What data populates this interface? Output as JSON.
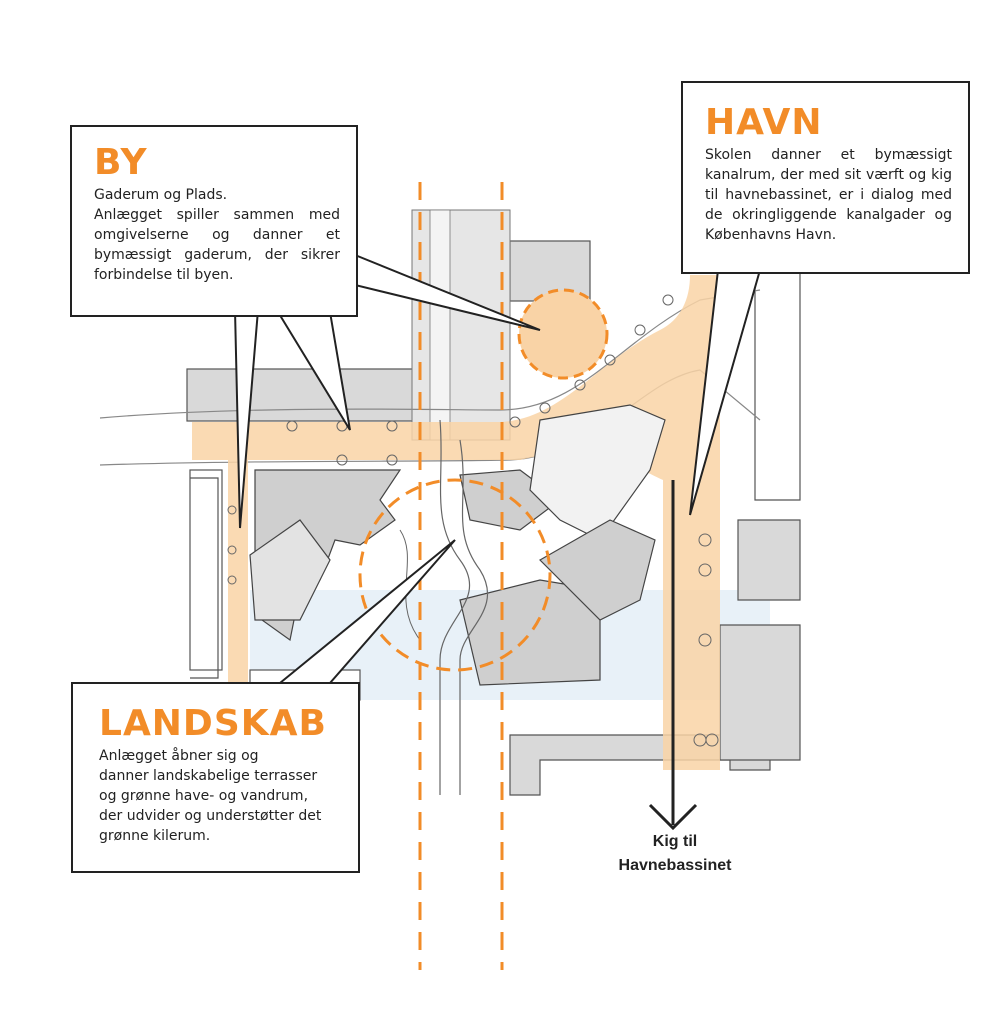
{
  "colors": {
    "accent": "#f28c28",
    "zone_fill": "#f9d3a6",
    "building": "#d9d9d9",
    "water": "#e8f1f8",
    "line": "#444444"
  },
  "callouts": {
    "by": {
      "title": "BY",
      "text": "Gaderum og Plads.\nAnlægget spiller sammen med omgivelserne og danner et bymæssigt gaderum, der sikrer forbindelse til byen."
    },
    "havn": {
      "title": "HAVN",
      "text": "Skolen danner et bymæssigt kanalrum, der med sit værft og kig til havnebassinet, er i dialog med de okringliggende kanalgader og Københavns Havn."
    },
    "landskab": {
      "title": "LANDSKAB",
      "text": "Anlægget åbner sig og\ndanner landskabelige terrasser\nog grønne have- og vandrum,\nder udvider og understøtter det\ngrønne kilerum."
    }
  },
  "view_label": "Kig til\nHavnebassinet"
}
